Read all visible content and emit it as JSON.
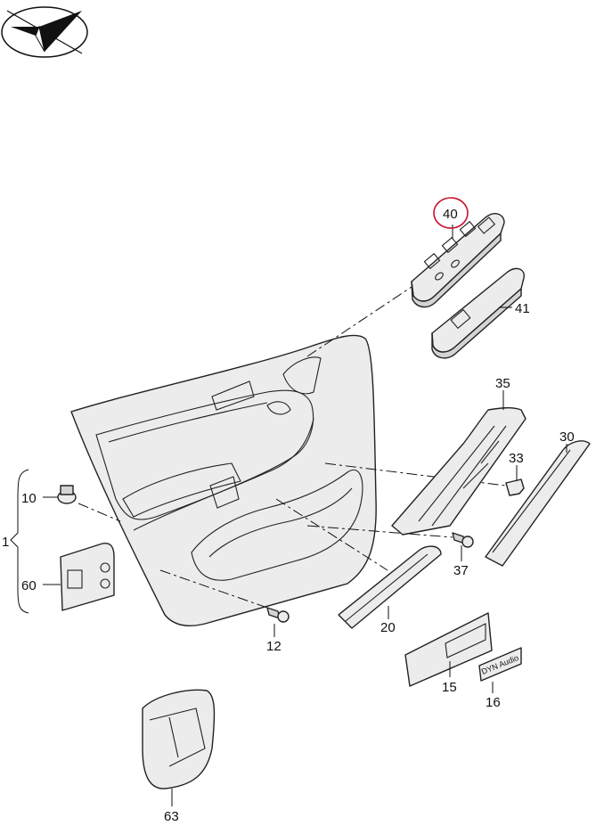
{
  "logo": {
    "icon": "check-plane-logo-icon"
  },
  "highlight_color": "#c8102e",
  "callouts": {
    "p40": "40",
    "p41": "41",
    "p35": "35",
    "p30": "30",
    "p33": "33",
    "p10": "10",
    "p1": "1",
    "p60": "60",
    "p37": "37",
    "p20": "20",
    "p12": "12",
    "p15": "15",
    "p16": "16",
    "p63": "63"
  },
  "badge_text": "DYN Audio"
}
